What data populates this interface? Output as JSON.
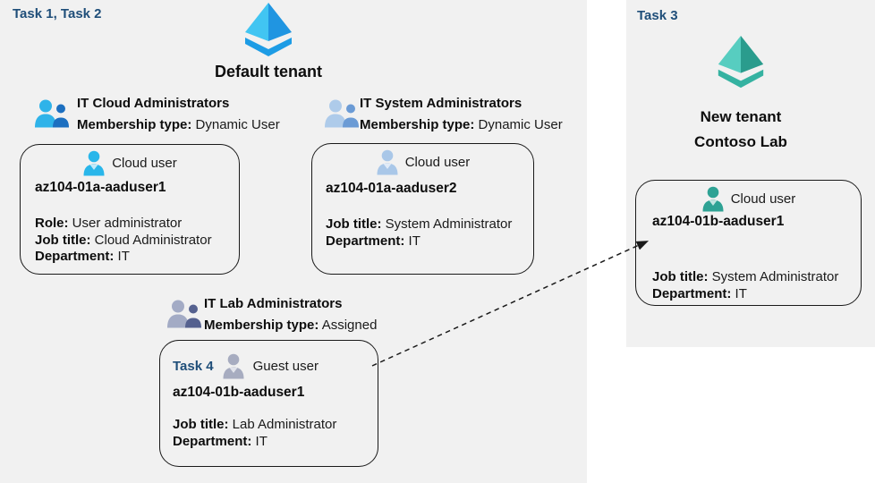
{
  "palette": {
    "panel_bg": "#F1F1F1",
    "task_label_color": "#1F4E79",
    "card_border": "#1A1A1A",
    "tenant_icon_blue": [
      "#41C5F2",
      "#2095E1",
      "#1D9CE5"
    ],
    "tenant_icon_teal": [
      "#57CDC0",
      "#2A9C8D",
      "#35B2A1"
    ],
    "cloud_user_icon_color": "#29B6EA",
    "pale_user_icon_color": "#A9C7E8",
    "guest_user_icon_color": "#A7ACC0",
    "teal_user_icon_color": "#2EA294"
  },
  "left_panel": {
    "task_label": "Task 1, Task 2",
    "tenant_name": "Default tenant",
    "groups": [
      {
        "title": "IT Cloud Administrators",
        "membership_label": "Membership type:",
        "membership_value": "Dynamic User"
      },
      {
        "title": "IT System Administrators",
        "membership_label": "Membership type:",
        "membership_value": "Dynamic User"
      },
      {
        "title": "IT Lab Administrators",
        "membership_label": "Membership type:",
        "membership_value": "Assigned"
      }
    ],
    "cards": [
      {
        "user_type": "Cloud user",
        "name": "az104-01a-aaduser1",
        "fields": [
          {
            "label": "Role:",
            "value": "User administrator"
          },
          {
            "label": "Job title:",
            "value": "Cloud Administrator"
          },
          {
            "label": "Department:",
            "value": "IT"
          }
        ]
      },
      {
        "user_type": "Cloud user",
        "name": "az104-01a-aaduser2",
        "fields": [
          {
            "label": "Job title:",
            "value": "System Administrator"
          },
          {
            "label": "Department:",
            "value": "IT"
          }
        ]
      },
      {
        "task_label": "Task 4",
        "user_type": "Guest user",
        "name": "az104-01b-aaduser1",
        "fields": [
          {
            "label": "Job title:",
            "value": "Lab Administrator"
          },
          {
            "label": "Department:",
            "value": "IT"
          }
        ]
      }
    ]
  },
  "right_panel": {
    "task_label": "Task 3",
    "tenant_name_line1": "New  tenant",
    "tenant_name_line2": "Contoso Lab",
    "card": {
      "user_type": "Cloud user",
      "name": "az104-01b-aaduser1",
      "fields": [
        {
          "label": "Job title:",
          "value": "System Administrator"
        },
        {
          "label": "Department:",
          "value": "IT"
        }
      ]
    }
  }
}
